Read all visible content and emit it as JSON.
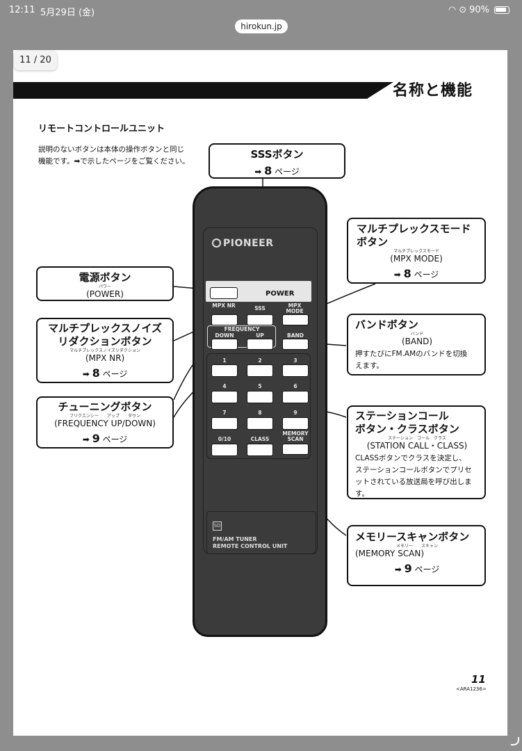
{
  "status": {
    "time": "12:11",
    "date": "5月29日 (金)",
    "battery": "90%"
  },
  "browser": {
    "url": "hirokun.jp",
    "page_indicator": "11 / 20"
  },
  "doc": {
    "heading": "名称と機能",
    "subtitle": "リモートコントロールユニット",
    "desc_line1": "説明のないボタンは本体の操作ボタンと同じ",
    "desc_line2": "機能です。➡で示したページをご覧ください。",
    "page_number": "11",
    "page_code": "<ARA1236>"
  },
  "callouts": {
    "sss": {
      "title": "SSSボタン",
      "page": "8",
      "page_suffix": "ページ"
    },
    "power": {
      "title": "電源ボタン",
      "ruby": "パワー",
      "sub": "(POWER)"
    },
    "mpxnr": {
      "title1": "マルチプレックスノイズ",
      "title2": "リダクションボタン",
      "ruby": "マルチプレックスノイズリダクション",
      "sub": "(MPX NR)",
      "page": "8",
      "page_suffix": "ページ"
    },
    "tuning": {
      "title": "チューニングボタン",
      "ruby": "フリクエンシー　　アップ　　ダウン",
      "sub": "(FREQUENCY UP/DOWN)",
      "page": "9",
      "page_suffix": "ページ"
    },
    "mpxmode": {
      "title1": "マルチプレックスモード",
      "title2": "ボタン",
      "ruby": "マルチプレックスモード",
      "sub": "(MPX MODE)",
      "page": "8",
      "page_suffix": "ページ"
    },
    "band": {
      "title": "バンドボタン",
      "ruby": "バンド",
      "sub": "(BAND)",
      "desc1": "押すたびにFM.AMのバンドを切換",
      "desc2": "えます。"
    },
    "station": {
      "title1": "ステーションコール",
      "title2": "ボタン・クラスボタン",
      "ruby": "ステーション　コール　クラス",
      "sub": "(STATION CALL・CLASS)",
      "desc1": "CLASSボタンでクラスを決定し、",
      "desc2": "ステーションコールボタンでプリセ",
      "desc3": "ットされている放送局を呼び出しま",
      "desc4": "す。"
    },
    "memory": {
      "title": "メモリースキャンボタン",
      "ruby": "メモリー　　スキャン",
      "sub": "(MEMORY SCAN)",
      "page": "9",
      "page_suffix": "ページ"
    }
  },
  "remote": {
    "brand": "PIONEER",
    "power_label": "POWER",
    "mpx_nr": "MPX NR",
    "sss": "SSS",
    "mpx_mode": "MPX MODE",
    "frequency": "FREQUENCY",
    "down": "DOWN",
    "up": "UP",
    "band": "BAND",
    "keys": [
      "1",
      "2",
      "3",
      "4",
      "5",
      "6",
      "7",
      "8",
      "9"
    ],
    "zero": "0/10",
    "class": "CLASS",
    "memory": "MEMORY",
    "scan": "SCAN",
    "sd": "SD",
    "model1": "FM/AM TUNER",
    "model2": "REMOTE CONTROL UNIT"
  }
}
